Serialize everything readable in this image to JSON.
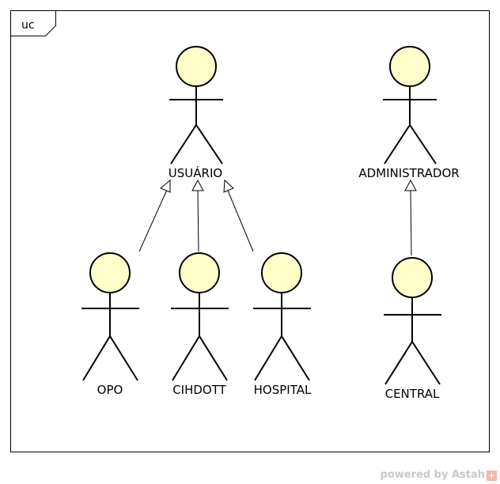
{
  "diagram": {
    "frame_tag": "uc",
    "actors": [
      {
        "id": "usuario",
        "label": "USUÁRIO"
      },
      {
        "id": "administrador",
        "label": "ADMINISTRADOR"
      },
      {
        "id": "opo",
        "label": "OPO"
      },
      {
        "id": "cihdott",
        "label": "CIHDOTT"
      },
      {
        "id": "hospital",
        "label": "HOSPITAL"
      },
      {
        "id": "central",
        "label": "CENTRAL"
      }
    ],
    "generalizations": [
      {
        "from": "opo",
        "to": "usuario"
      },
      {
        "from": "cihdott",
        "to": "usuario"
      },
      {
        "from": "hospital",
        "to": "usuario"
      },
      {
        "from": "central",
        "to": "administrador"
      }
    ],
    "colors": {
      "actor_head_fill": "#ffffcc",
      "stroke": "#000000",
      "footer_text": "#c8c8c8"
    }
  },
  "footer": {
    "text": "powered by Astah",
    "logo_icon": "astah-logo-icon"
  }
}
